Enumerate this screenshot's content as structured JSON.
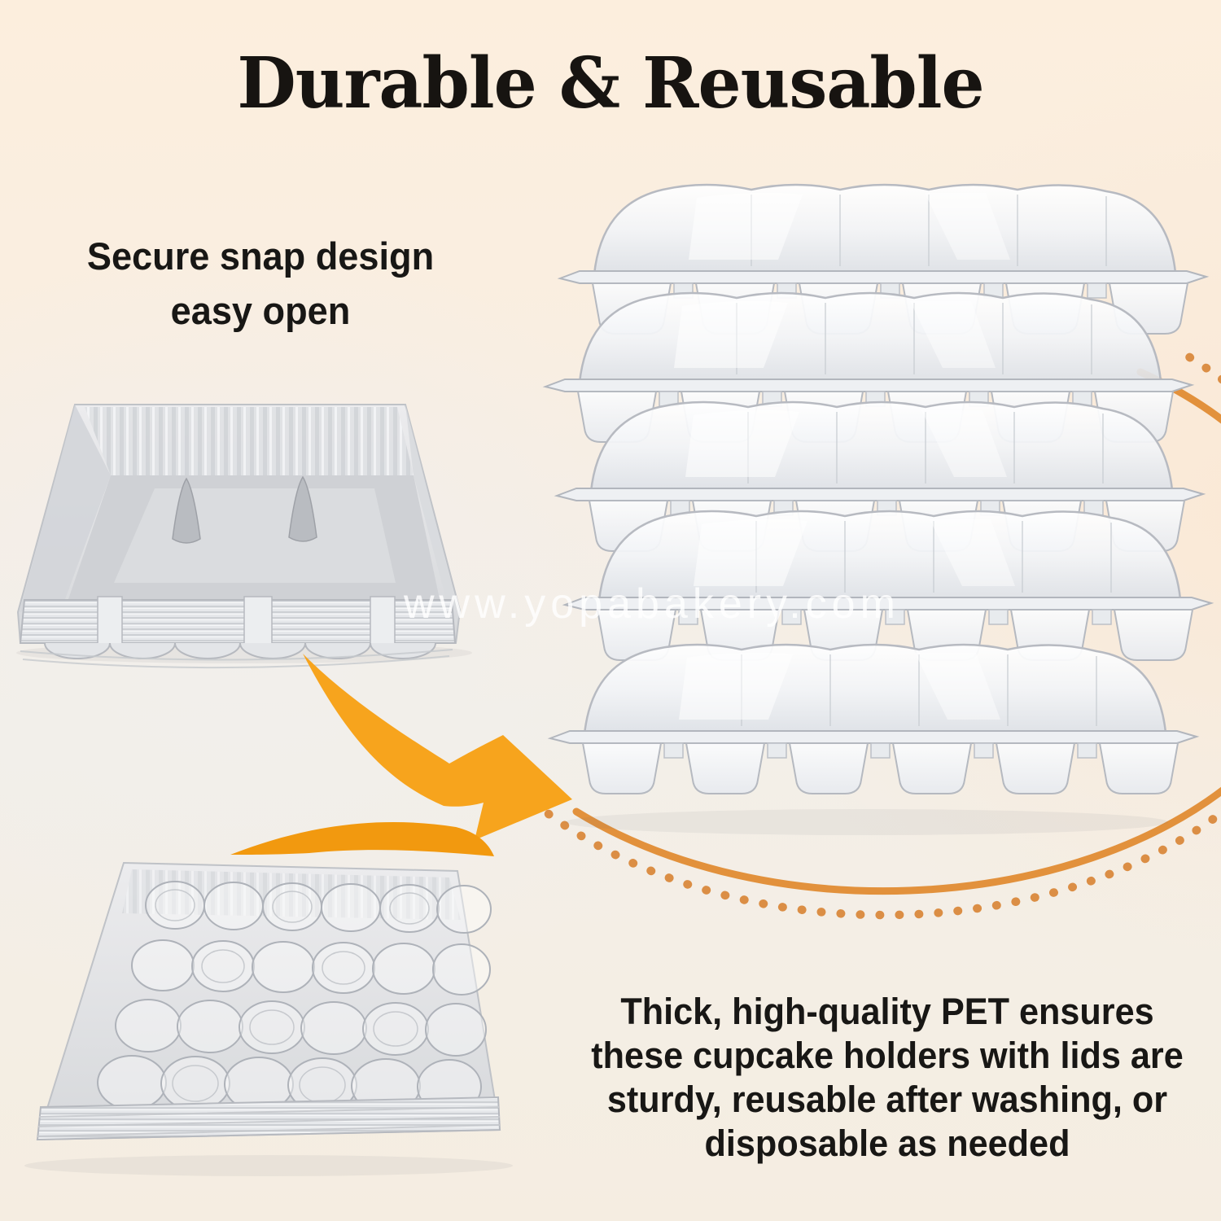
{
  "title": "Durable & Reusable",
  "callout_left": {
    "line1": "Secure snap design",
    "line2": "easy open"
  },
  "callout_bottom": {
    "line1": "Thick, high-quality PET ensures",
    "line2": "these cupcake holders with lids are",
    "line3": "sturdy, reusable after washing, or",
    "line4": "disposable as needed"
  },
  "watermark": "www.yopabakery.com",
  "illustrations": {
    "left_top": "stack of open clear plastic cupcake container lids with snap cones",
    "left_bottom": "stack of clear 24-cavity cupcake tray bases",
    "right": "five stacked clear cupcake containers with domed lids",
    "right_tray_count": "5",
    "cups_per_tray_visible": "6"
  },
  "colors": {
    "background_top": "#fceedd",
    "background_neutral": "#f1efec",
    "background_right": "#fbe8d4",
    "text": "#181715",
    "arrow": "#F7A41D",
    "arc_solid": "#E2913C",
    "arc_dots": "#DB8E45",
    "watermark": "#FFFFFF",
    "plastic_outline": "#b7bac1"
  }
}
